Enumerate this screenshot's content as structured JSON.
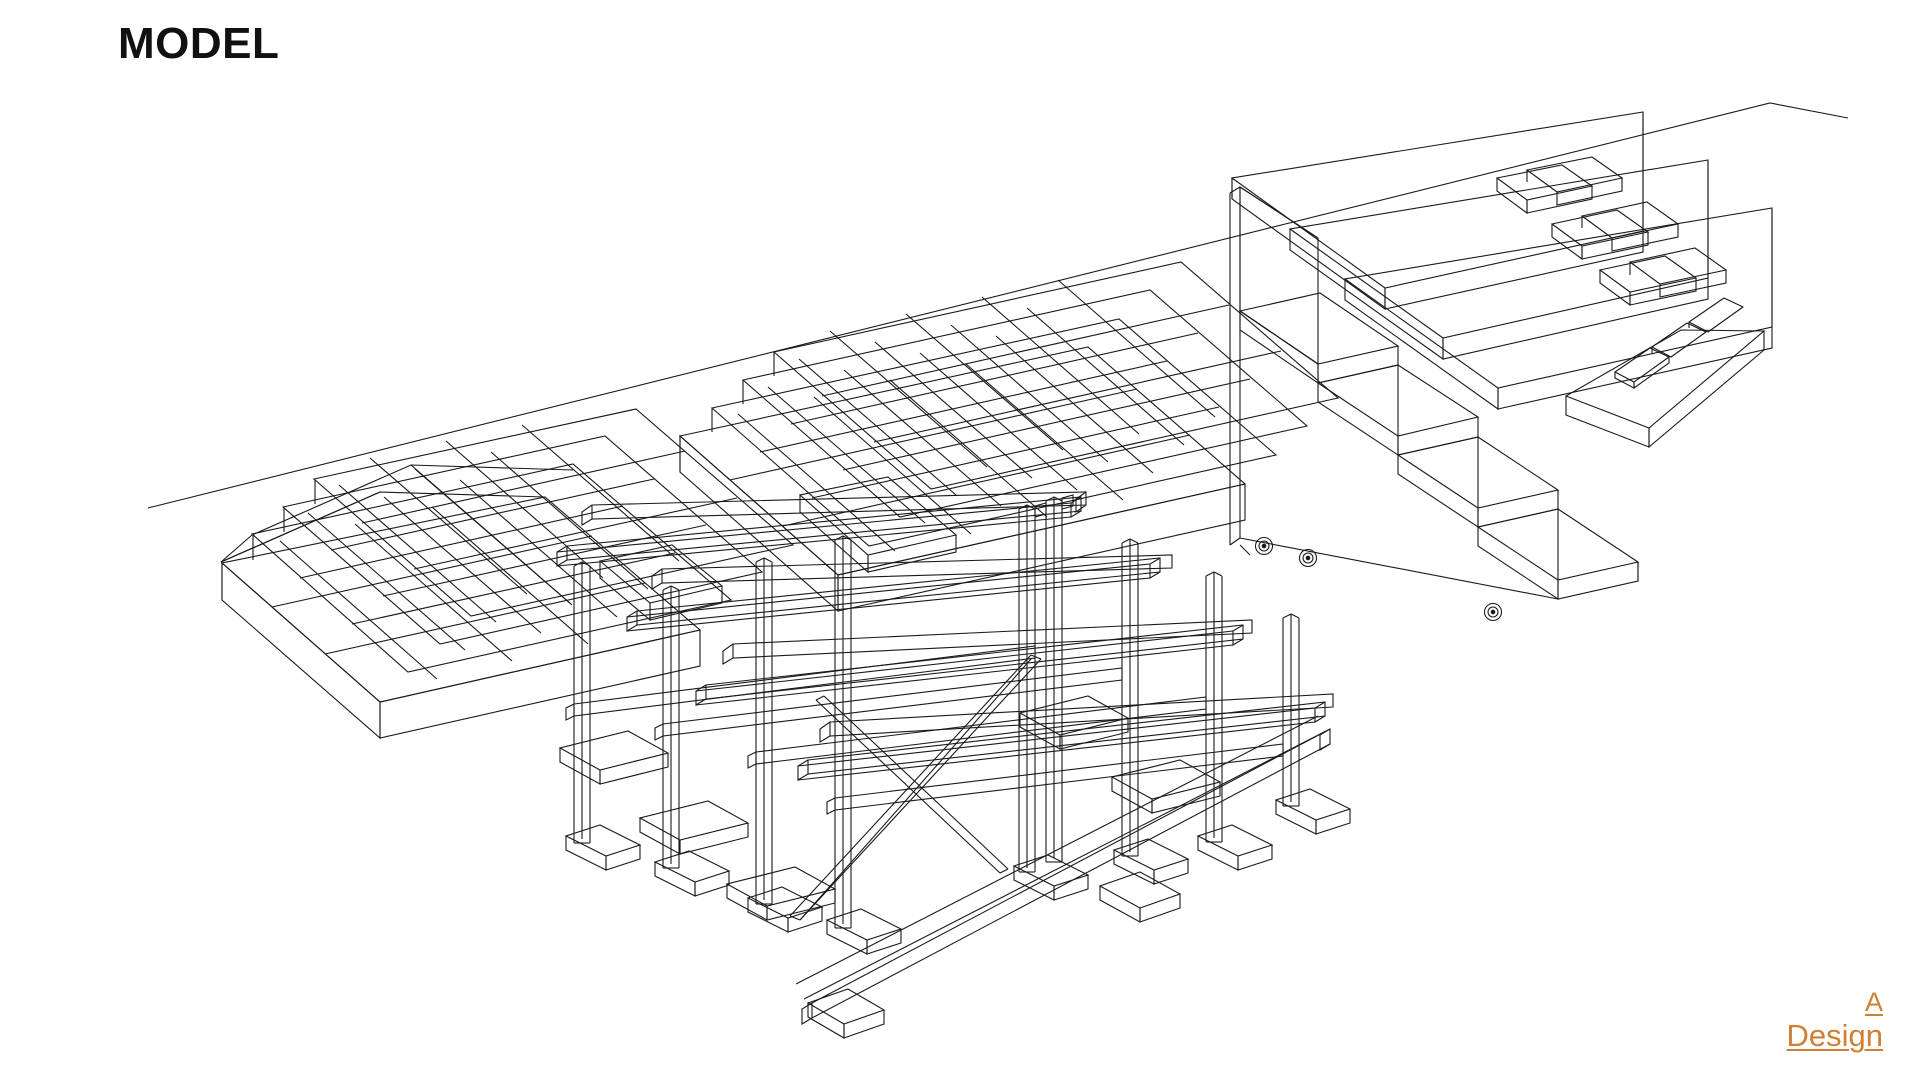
{
  "slide": {
    "title": "MODEL",
    "background_color": "#ffffff",
    "line_color": "#1a1a1a",
    "title_color": "#111111"
  },
  "brand": {
    "initial": "A",
    "name": "Design",
    "color": "#cf8034"
  },
  "drawing": {
    "type": "axonometric-line-drawing",
    "description": "Isometric wireframe of a modular stage / seating system",
    "stroke_width": 1,
    "components": [
      {
        "name": "ground-line",
        "label": "ground line"
      },
      {
        "name": "modular-block-steps-left",
        "label": "modular stacked block platform"
      },
      {
        "name": "modular-block-steps-mid",
        "label": "modular stacked block platform upper"
      },
      {
        "name": "terraced-risers-right",
        "label": "terraced stepped risers"
      },
      {
        "name": "mobile-stair-unit",
        "label": "mobile staircase on casters"
      },
      {
        "name": "tray-platform",
        "label": "small tray platform with tiles"
      },
      {
        "name": "scaffold-bench-frame",
        "label": "scaffold bench seating frame"
      }
    ],
    "caster_count": 3
  }
}
